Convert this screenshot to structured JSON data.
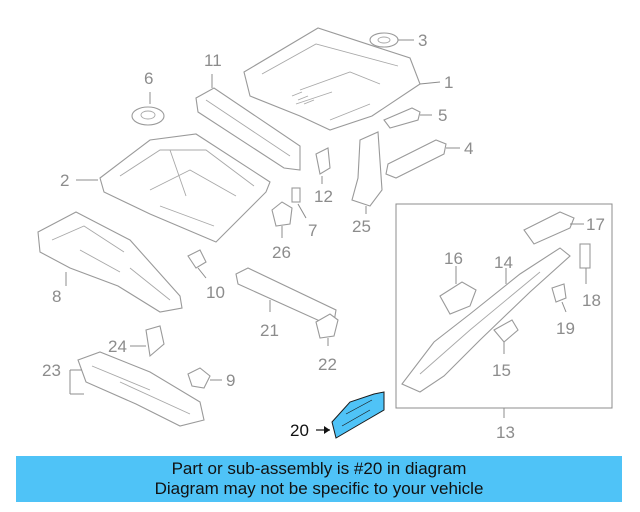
{
  "callouts": {
    "c1": "1",
    "c2": "2",
    "c3": "3",
    "c4": "4",
    "c5": "5",
    "c6": "6",
    "c7": "7",
    "c8": "8",
    "c9": "9",
    "c10": "10",
    "c11": "11",
    "c12": "12",
    "c13": "13",
    "c14": "14",
    "c15": "15",
    "c16": "16",
    "c17": "17",
    "c18": "18",
    "c19": "19",
    "c20": "20",
    "c21": "21",
    "c22": "22",
    "c23": "23",
    "c24": "24",
    "c25": "25",
    "c26": "26"
  },
  "highlight": {
    "part_number": "20",
    "color": "#4fc3f7"
  },
  "banner": {
    "line1": "Part or sub-assembly is #20 in diagram",
    "line2": "Diagram may not be specific to your vehicle"
  }
}
